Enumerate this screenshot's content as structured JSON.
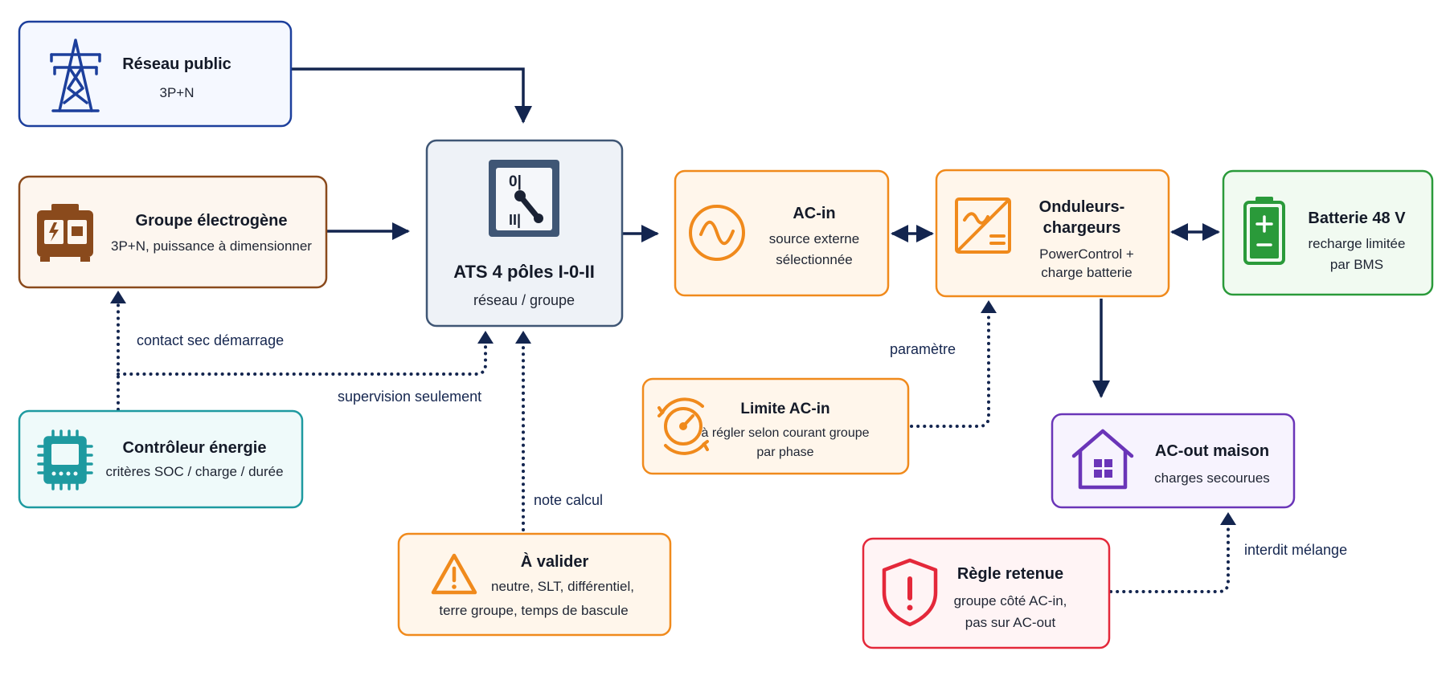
{
  "nodes": {
    "reseau": {
      "title": "Réseau public",
      "sub1": "3P+N"
    },
    "groupe": {
      "title": "Groupe électrogène",
      "sub1": "3P+N, puissance à dimensionner"
    },
    "ats": {
      "title": "ATS 4 pôles I-0-II",
      "sub1": "réseau / groupe",
      "switch_label_top": "0|",
      "switch_label_bottom": "II|"
    },
    "acin": {
      "title": "AC-in",
      "sub1": "source externe",
      "sub2": "sélectionnée"
    },
    "onduleurs": {
      "title1": "Onduleurs-",
      "title2": "chargeurs",
      "sub1": "PowerControl +",
      "sub2": "charge batterie"
    },
    "batterie": {
      "title": "Batterie 48 V",
      "sub1": "recharge limitée",
      "sub2": "par BMS"
    },
    "controleur": {
      "title": "Contrôleur énergie",
      "sub1": "critères SOC / charge / durée"
    },
    "limite": {
      "title": "Limite AC-in",
      "sub1": "à régler selon courant groupe",
      "sub2": "par phase"
    },
    "acout": {
      "title": "AC-out maison",
      "sub1": "charges secourues"
    },
    "valider": {
      "title": "À valider",
      "sub1": "neutre, SLT, différentiel,",
      "sub2": "terre groupe, temps de bascule"
    },
    "regle": {
      "title": "Règle retenue",
      "sub1": "groupe côté AC-in,",
      "sub2": "pas sur AC-out"
    }
  },
  "edge_labels": {
    "contact": "contact sec démarrage",
    "supervision": "supervision seulement",
    "note": "note calcul",
    "parametre": "paramètre",
    "interdit": "interdit mélange"
  },
  "icons": {
    "reseau": "power-pylon-icon",
    "groupe": "generator-icon",
    "ats": "transfer-switch-icon",
    "acin": "sine-wave-icon",
    "onduleurs": "inverter-icon",
    "batterie": "battery-icon",
    "controleur": "chip-icon",
    "limite": "gauge-icon",
    "acout": "house-icon",
    "valider": "warning-icon",
    "regle": "shield-alert-icon"
  },
  "colors": {
    "navy": "#13254f",
    "blue": "#1c3f9c",
    "brown": "#8a4a1c",
    "slate": "#3f5675",
    "orange": "#f08a1c",
    "green": "#2a9a3a",
    "teal": "#1e9aa0",
    "purple": "#6a35b8",
    "red": "#e4283a"
  }
}
